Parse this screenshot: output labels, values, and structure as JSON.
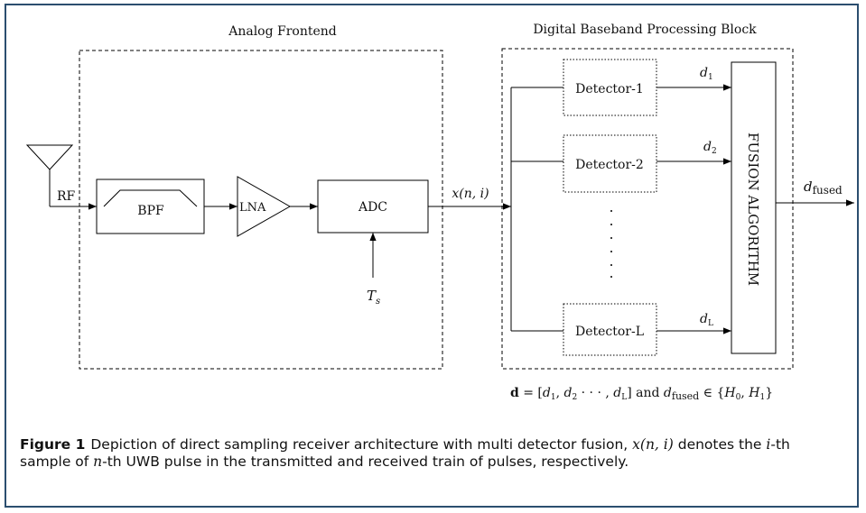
{
  "figure": {
    "analog_title": "Analog Frontend",
    "digital_title": "Digital Baseband Processing Block",
    "rf_label": "RF",
    "bpf_label": "BPF",
    "lna_label": "LNA",
    "adc_label": "ADC",
    "ts_label": "T",
    "ts_sub": "s",
    "signal_label": "x(n, i)",
    "detectors": [
      "Detector-1",
      "Detector-2",
      "Detector-L"
    ],
    "decisions": [
      {
        "main": "d",
        "sub": "1"
      },
      {
        "main": "d",
        "sub": "2"
      },
      {
        "main": "d",
        "sub": "L"
      }
    ],
    "fusion_label": "FUSION ALGORITHM",
    "output_label": {
      "main": "d",
      "sub": "fused"
    },
    "equation": {
      "bold_d": "d",
      "eq": " = [",
      "d1": "d",
      "d1_sub": "1",
      "comma": ", ",
      "d2": "d",
      "d2_sub": "2",
      "dots": " · · · , ",
      "dl": "d",
      "dl_sub": "L",
      "and_text": "] and ",
      "dfused": "d",
      "dfused_sub": "fused",
      "in_set": " ∈ {",
      "h0": "H",
      "h0_sub": "0",
      "sep": ", ",
      "h1": "H",
      "h1_sub": "1",
      "close": "}"
    }
  },
  "caption": {
    "label": "Figure 1",
    "text_1": "Depiction of direct sampling receiver architecture with multi detector fusion, ",
    "math_1": "x(n, i)",
    "text_2": " denotes the ",
    "math_2": "i",
    "text_3": "-th sample of ",
    "math_3": "n",
    "text_4": "-th UWB pulse in the transmitted and received train of pulses, respectively."
  }
}
